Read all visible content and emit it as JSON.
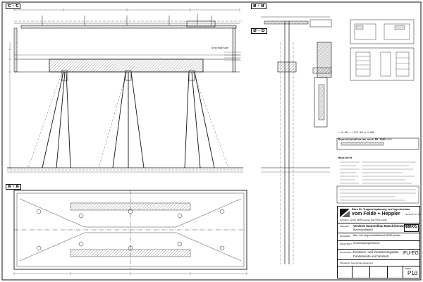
{
  "sections": {
    "c_c": "C - C",
    "b_b": "B - B",
    "d_d": "D - D",
    "a_a": "A - A"
  },
  "notes": {
    "elevation": "+ 0.00 = +174.38 m ü.NN",
    "cover_title": "Expositionsklassen nach EN 1992-1-1",
    "quality": "Baustoffe",
    "ground": "Geschoßfuge"
  },
  "title_block": {
    "office_line1": "Büro für Tragwerksplanung und Ingenieurbau",
    "firm": "vom Felde + Heppler",
    "firm_suffix": "GmbH & Co. KG",
    "address": "Schloßstr. 12/12c   52066 Aachen   DEUTSCHLAND",
    "project_label": "PROJEKT",
    "project": "Verdeck Sammelbau Maschinenwesen",
    "project_sub": "Brennraumtestfeld",
    "project_no": "18005",
    "owner_label": "BAUHERR",
    "owner": "Bau- und Liegenschaftsbetrieb NRW Aachen",
    "architect_label": "ARCHITEKT",
    "architect": "Schönmackergemeld AG",
    "plan_label": "PLANINHALT",
    "plan_line1": "Positions- und Verankerungsplan",
    "plan_line2": "Fundamente und Verdeck",
    "code": "FU-EG",
    "index": "P1d",
    "index_label": "INDEX",
    "footer_left": "Planstatus: Genehmigungsplanung"
  },
  "icons": [
    "north-arrow-icon",
    "firm-logo-icon"
  ]
}
